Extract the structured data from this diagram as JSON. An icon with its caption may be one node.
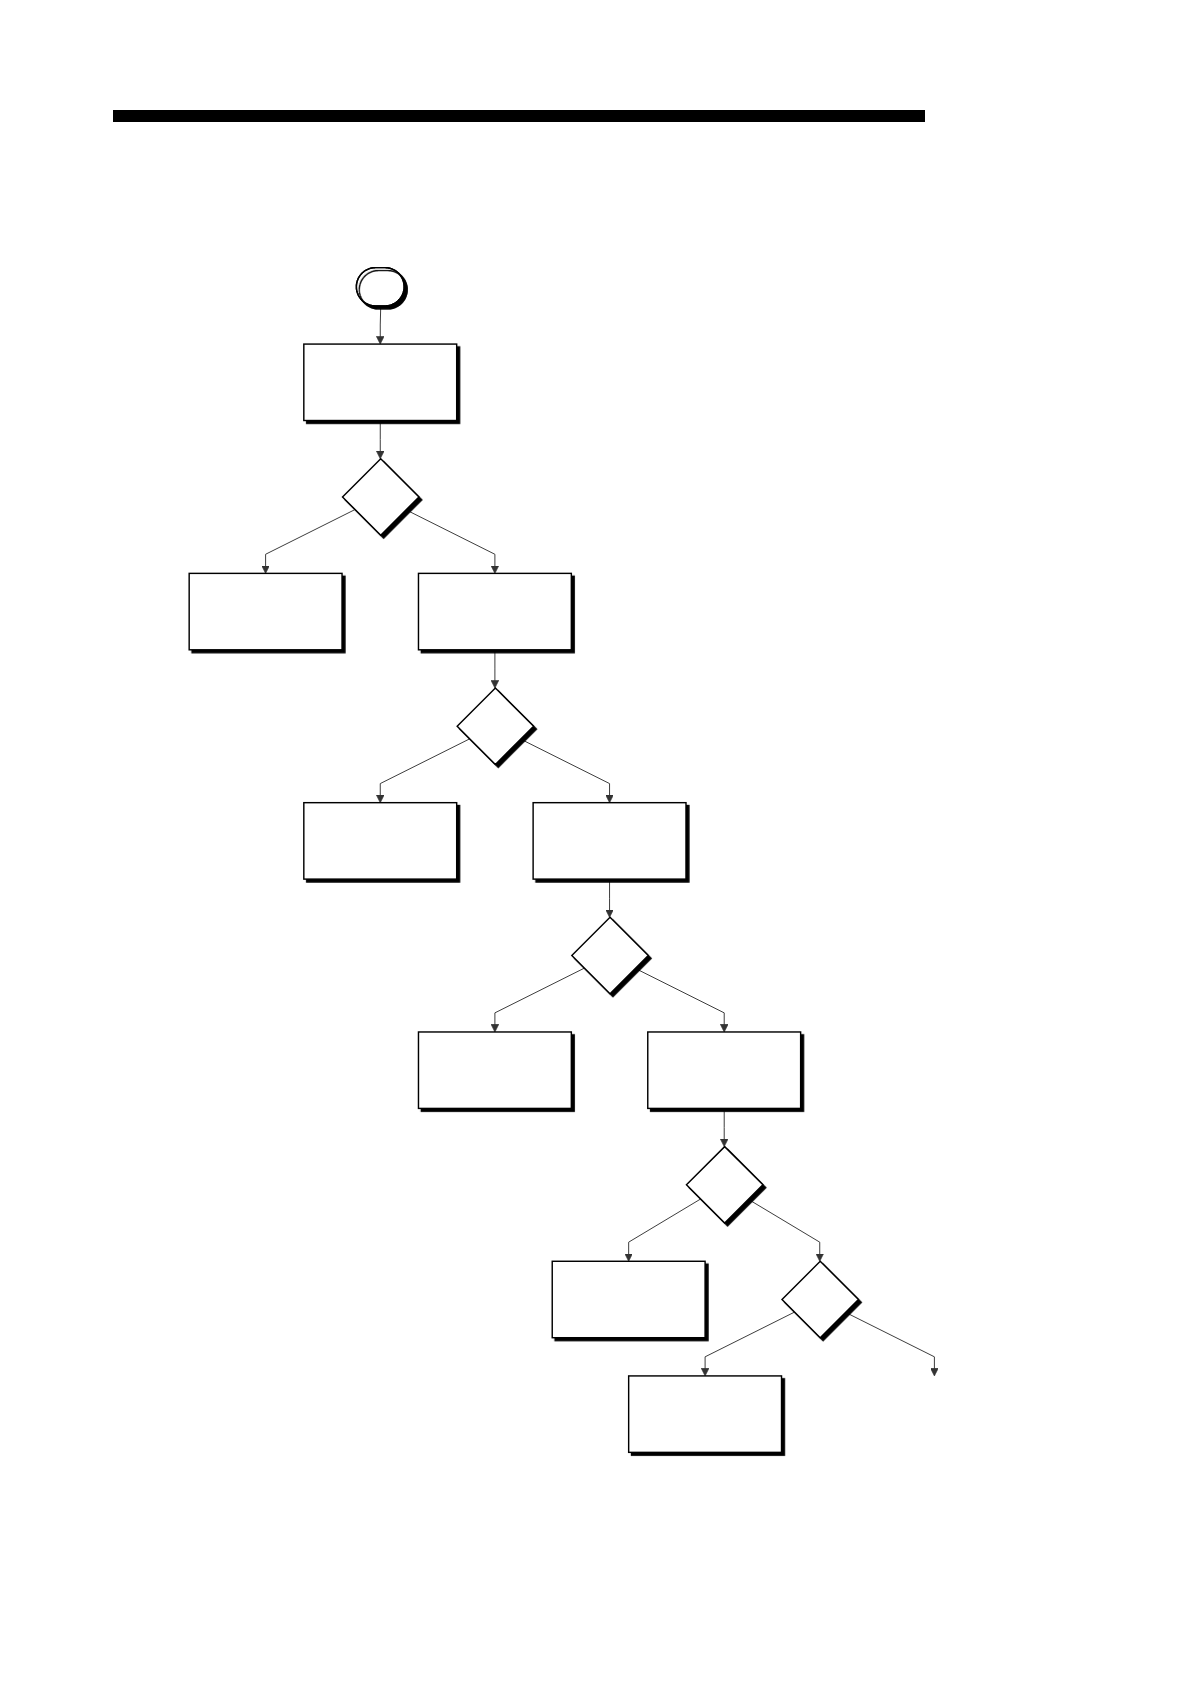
{
  "diagram": {
    "nodes": [
      {
        "text": [],
        "shape": "stadium"
      },
      {
        "text": [],
        "shape": "box"
      },
      {
        "text": [],
        "shape": "diamond"
      },
      {
        "text": [],
        "shape": "box"
      },
      {
        "text": [],
        "shape": "box"
      },
      {
        "text": [],
        "shape": "diamond"
      },
      {
        "text": [],
        "shape": "box"
      },
      {
        "text": [],
        "shape": "box"
      },
      {
        "text": [],
        "shape": "diamond"
      },
      {
        "text": [],
        "shape": "box"
      },
      {
        "text": [],
        "shape": "box"
      },
      {
        "text": [],
        "shape": "diamond"
      },
      {
        "text": [],
        "shape": "box"
      },
      {
        "text": [],
        "shape": "diamond"
      },
      {
        "text": [],
        "shape": "box"
      }
    ],
    "edges": [
      {
        "from": 0,
        "to": 1,
        "arrow": "to"
      },
      {
        "from": 1,
        "to": 2,
        "arrow": "to"
      },
      {
        "from": 2,
        "to": 3,
        "arrow": "to"
      },
      {
        "from": 2,
        "to": 4,
        "arrow": "to"
      },
      {
        "from": 4,
        "to": 5,
        "arrow": "to"
      },
      {
        "from": 5,
        "to": 6,
        "arrow": "to"
      },
      {
        "from": 5,
        "to": 7,
        "arrow": "to"
      },
      {
        "from": 7,
        "to": 8,
        "arrow": "to"
      },
      {
        "from": 8,
        "to": 9,
        "arrow": "to"
      },
      {
        "from": 8,
        "to": 10,
        "arrow": "to"
      },
      {
        "from": 10,
        "to": 11,
        "arrow": "to"
      },
      {
        "from": 11,
        "to": 12,
        "arrow": "to"
      },
      {
        "from": 11,
        "to": 13,
        "arrow": "to"
      },
      {
        "from": 13,
        "to": 14,
        "arrow": "to"
      },
      {
        "from": 13,
        "to": null,
        "arrow": "to"
      }
    ]
  }
}
